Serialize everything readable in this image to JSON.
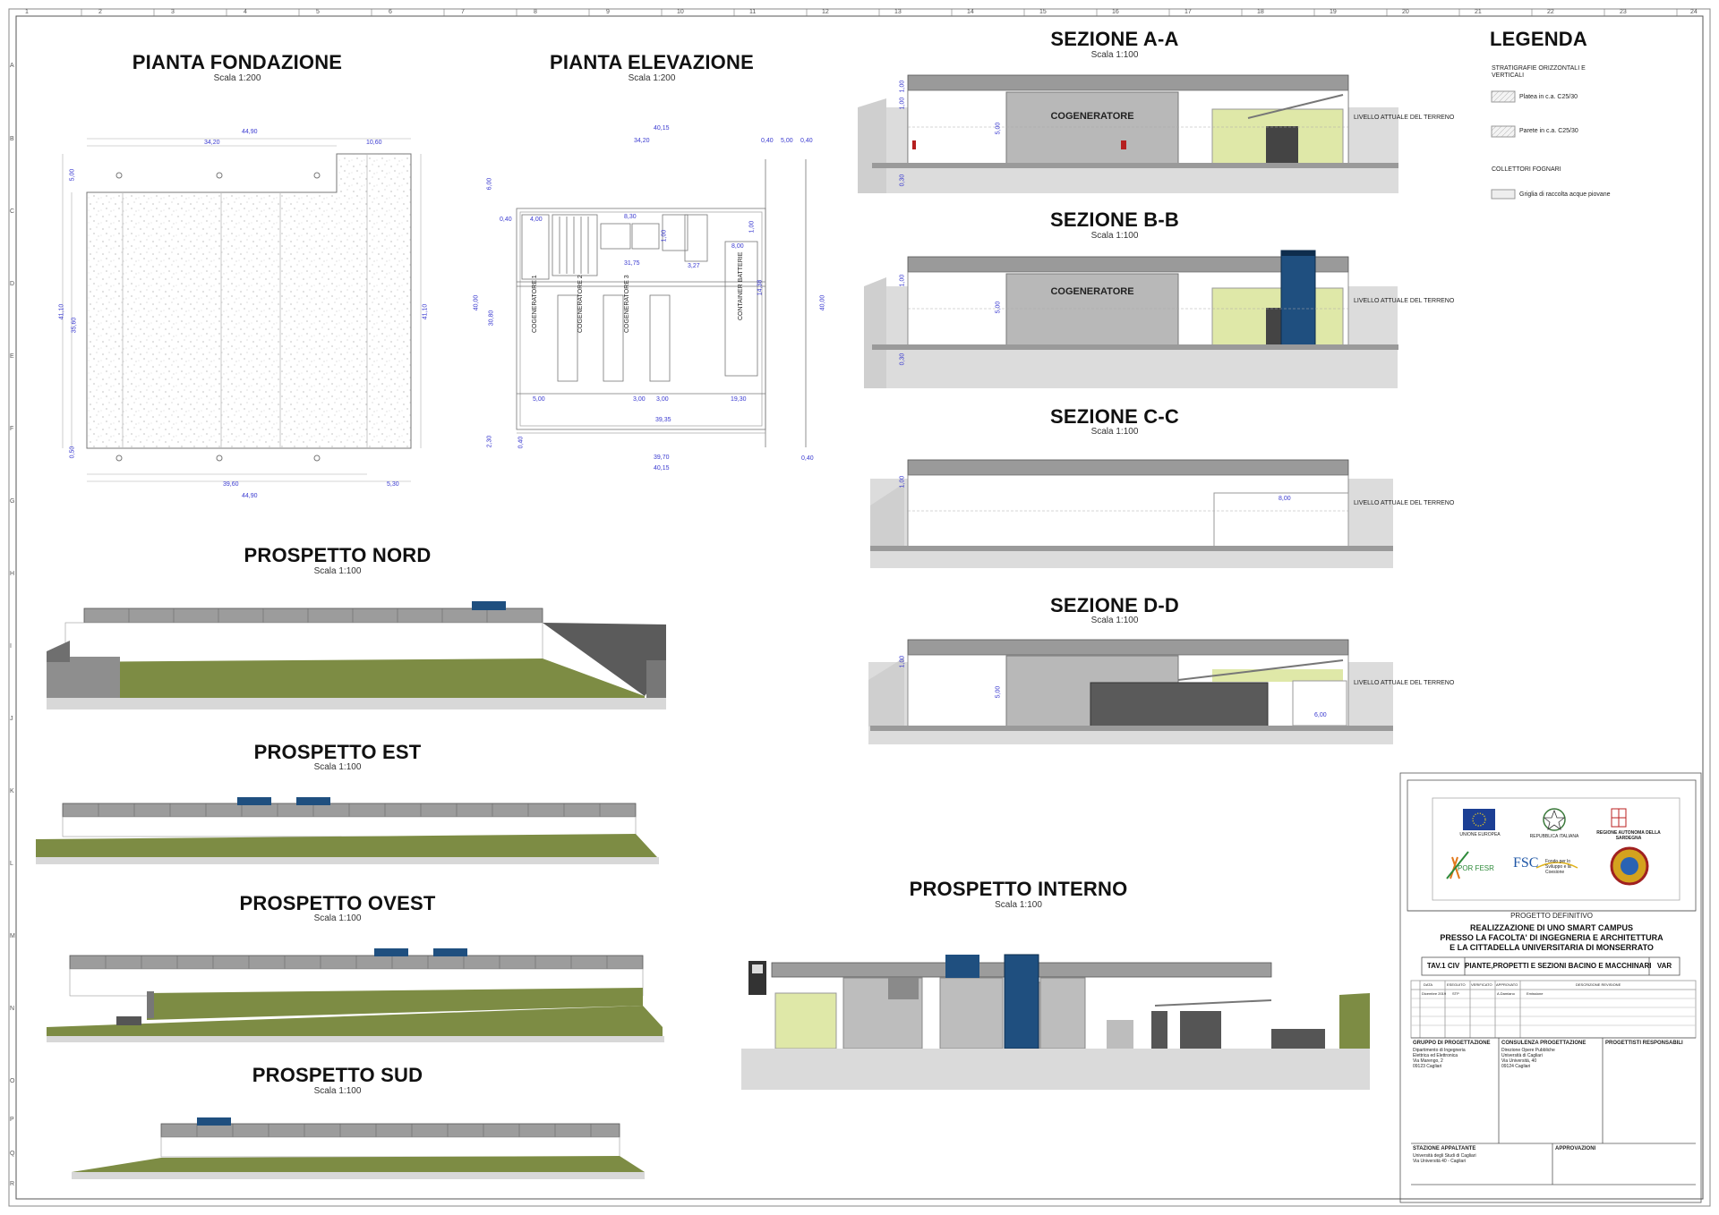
{
  "border": {
    "columns": [
      "1",
      "2",
      "3",
      "4",
      "5",
      "6",
      "7",
      "8",
      "9",
      "10",
      "11",
      "12",
      "13",
      "14",
      "15",
      "16",
      "17",
      "18",
      "19",
      "20",
      "21",
      "22",
      "23",
      "24"
    ],
    "rows": [
      "A",
      "B",
      "C",
      "D",
      "E",
      "F",
      "G",
      "H",
      "I",
      "J",
      "K",
      "L",
      "M",
      "N",
      "O",
      "P",
      "Q",
      "R"
    ]
  },
  "views": {
    "fondazione": {
      "title": "PIANTA FONDAZIONE",
      "scale": "Scala 1:200"
    },
    "elevazione": {
      "title": "PIANTA ELEVAZIONE",
      "scale": "Scala 1:200"
    },
    "sez_aa": {
      "title": "SEZIONE A-A",
      "scale": "Scala 1:100"
    },
    "sez_bb": {
      "title": "SEZIONE B-B",
      "scale": "Scala 1:100"
    },
    "sez_cc": {
      "title": "SEZIONE C-C",
      "scale": "Scala 1:100"
    },
    "sez_dd": {
      "title": "SEZIONE D-D",
      "scale": "Scala 1:100"
    },
    "nord": {
      "title": "PROSPETTO NORD",
      "scale": "Scala 1:100"
    },
    "est": {
      "title": "PROSPETTO EST",
      "scale": "Scala 1:100"
    },
    "ovest": {
      "title": "PROSPETTO OVEST",
      "scale": "Scala 1:100"
    },
    "sud": {
      "title": "PROSPETTO SUD",
      "scale": "Scala 1:100"
    },
    "interno": {
      "title": "PROSPETTO INTERNO",
      "scale": "Scala 1:100"
    }
  },
  "labels": {
    "cogeneratore": "COGENERATORE",
    "terreno": "LIVELLO ATTUALE DEL TERRENO",
    "cog1": "COGENERATORE 1",
    "cog2": "COGENERATORE 2",
    "cog3": "COGENERATORE 3",
    "batterie": "CONTAINER BATTERIE"
  },
  "fond_dims": {
    "top_total": "44,90",
    "top_left": "34,20",
    "top_right": "10,60",
    "bottom_left": "39,60",
    "bottom_right": "5,30",
    "bottom_total": "44,90",
    "left_outer": "41,10",
    "left_inner": "35,60",
    "right": "41,10",
    "top_small": "5,00",
    "bottom_small": "0,50"
  },
  "elev_dims": {
    "top_total": "40,15",
    "top_left": "34,20",
    "top_a": "0,40",
    "top_b": "5,00",
    "top_c": "0,40",
    "mid_a": "8,30",
    "mid_b": "31,75",
    "mid_c": "8,00",
    "mid_d": "3,27",
    "mid_e": "14,38",
    "left_a": "40,00",
    "left_b": "30,80",
    "right_a": "40,00",
    "row_a": "5,00",
    "row_b": "3,00",
    "row_c": "3,00",
    "row_d": "19,30",
    "row_e": "39,35",
    "bottom_a": "39,70",
    "bottom_b": "40,15",
    "side_a": "0,40",
    "side_b": "2,30",
    "small_a": "6,00",
    "small_b": "0,40",
    "small_c": "4,00",
    "small_d": "1,00",
    "small_e": "1,00",
    "small_f": "0,40"
  },
  "sec_dims": {
    "h1": "1,00",
    "h2": "1,00",
    "h3": "5,00",
    "h4": "0,30",
    "c_span": "8,00",
    "d_span": "6,00"
  },
  "legenda": {
    "title": "LEGENDA",
    "group1": "STRATIGRAFIE ORIZZONTALI E VERTICALI",
    "item1": "Platea in c.a. C25/30",
    "item2": "Parete in c.a. C25/30",
    "group2": "COLLETTORI FOGNARI",
    "item3": "Griglia di raccolta acque piovane"
  },
  "titleblock": {
    "logo_eu": "UNIONE EUROPEA",
    "logo_it": "REPUBBLICA ITALIANA",
    "logo_ras": "REGIONE AUTONOMA DELLA SARDEGNA",
    "logo_fsc": "FSC",
    "logo_fsc_sub": "Fondo per lo Sviluppo e la Coesione",
    "logo_por": "POR FESR",
    "stage": "PROGETTO DEFINITIVO",
    "project_l1": "REALIZZAZIONE DI UNO SMART CAMPUS",
    "project_l2": "PRESSO LA FACOLTA' DI INGEGNERIA E ARCHITETTURA",
    "project_l3": "E LA CITTADELLA UNIVERSITARIA DI MONSERRATO",
    "tav": "TAV.1 CIV",
    "tav_title": "PIANTE,PROPETTI E SEZIONI BACINO E MACCHINARI",
    "var": "VAR",
    "rev_headers": [
      "DATA",
      "ESEGUITO",
      "VERIFICATO",
      "APPROVATO",
      "DESCRIZIONE REVISIONE"
    ],
    "rev_row": [
      "Dicembre 2019",
      "STP",
      "",
      "A.Damiano",
      "Emissione"
    ],
    "gruppo_title": "GRUPPO DI PROGETTAZIONE",
    "gruppo_lines": [
      "Dipartimento di Ingegneria",
      "Elettrica ed Elettronica",
      "Via Marengo, 2",
      "09123 Cagliari"
    ],
    "consulenza_title": "CONSULENZA PROGETTAZIONE",
    "consulenza_lines": [
      "Direzione Opere Pubbliche",
      "Università di Cagliari",
      "Via Università, 40",
      "09124 Cagliari"
    ],
    "responsabili_title": "PROGETTISTI RESPONSABILI",
    "stazione_title": "STAZIONE APPALTANTE",
    "stazione_lines": [
      "Università degli Studi di Cagliari",
      "Via Università 40 - Cagliari"
    ],
    "approvazioni_title": "APPROVAZIONI"
  }
}
